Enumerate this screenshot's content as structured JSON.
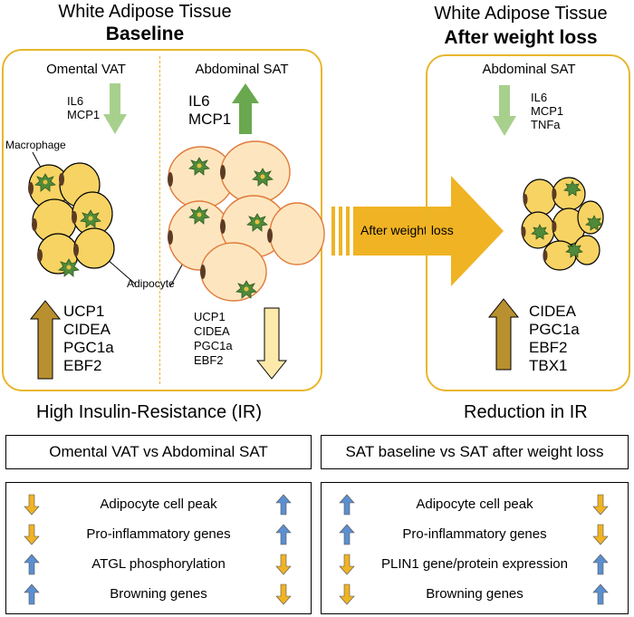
{
  "baseline": {
    "title_line1": "White Adipose Tissue",
    "title_line2": "Baseline",
    "vat": {
      "label": "Omental VAT",
      "down_genes": [
        "IL6",
        "MCP1"
      ],
      "up_genes": [
        "UCP1",
        "CIDEA",
        "PGC1a",
        "EBF2"
      ]
    },
    "sat": {
      "label": "Abdominal SAT",
      "up_genes": [
        "IL6",
        "MCP1"
      ],
      "down_genes": [
        "UCP1",
        "CIDEA",
        "PGC1a",
        "EBF2"
      ]
    },
    "macrophage_label": "Macrophage",
    "adipocyte_label": "Adipocyte",
    "ir_label": "High Insulin-Resistance (IR)"
  },
  "transition": {
    "label": "After weight loss"
  },
  "after": {
    "title_line1": "White Adipose Tissue",
    "title_line2": "After weight loss",
    "sat": {
      "label": "Abdominal SAT",
      "down_genes": [
        "IL6",
        "MCP1",
        "TNFa"
      ],
      "up_genes": [
        "CIDEA",
        "PGC1a",
        "EBF2",
        "TBX1"
      ]
    },
    "ir_label": "Reduction in IR"
  },
  "comparison_left": {
    "title": "Omental VAT vs Abdominal SAT",
    "rows": [
      {
        "label": "Adipocyte cell peak",
        "left": "down",
        "right": "up"
      },
      {
        "label": "Pro-inflammatory genes",
        "left": "down",
        "right": "up"
      },
      {
        "label": "ATGL phosphorylation",
        "left": "up",
        "right": "down"
      },
      {
        "label": "Browning genes",
        "left": "up",
        "right": "down"
      }
    ]
  },
  "comparison_right": {
    "title": "SAT baseline vs SAT after weight loss",
    "rows": [
      {
        "label": "Adipocyte cell peak",
        "left": "up",
        "right": "down"
      },
      {
        "label": "Pro-inflammatory genes",
        "left": "up",
        "right": "down"
      },
      {
        "label": "PLIN1 gene/protein expression",
        "left": "down",
        "right": "up"
      },
      {
        "label": "Browning genes",
        "left": "down",
        "right": "up"
      }
    ]
  },
  "colors": {
    "panel_border": "#e8b62c",
    "arrow_up_blue": "#5b8fd0",
    "arrow_down_gold": "#f0b323",
    "arrow_light_green": "#a8d08d",
    "arrow_green": "#6aa84f",
    "arrow_brown": "#b8902f",
    "arrow_cream": "#fde9a9",
    "cell_yellow": "#f7d363",
    "cell_cream": "#fde6bf",
    "macrophage": "#4f8a3a"
  }
}
